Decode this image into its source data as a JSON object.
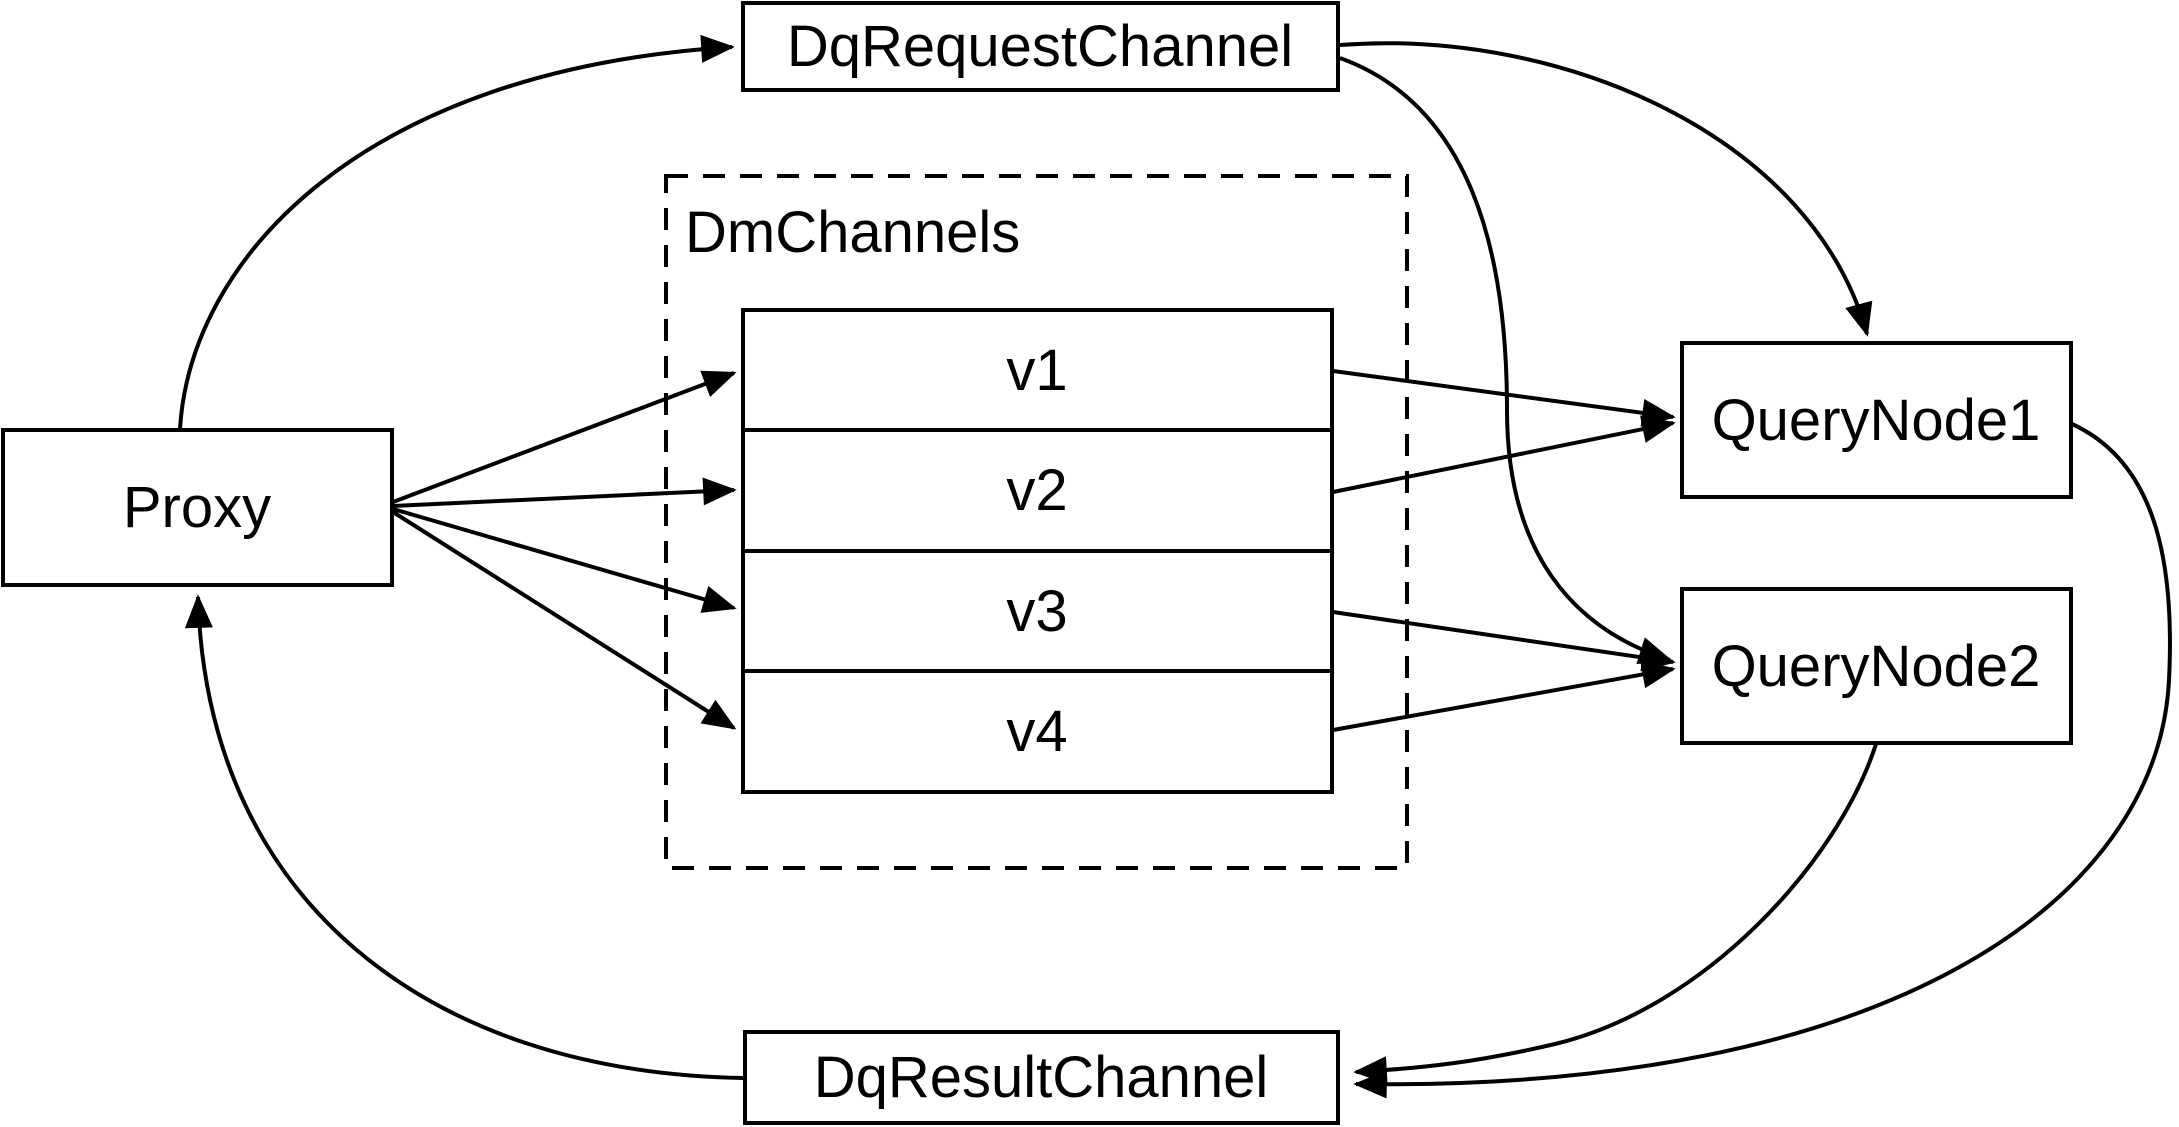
{
  "diagram": {
    "colors": {
      "ink": "#000000",
      "background": "#ffffff"
    },
    "nodes": {
      "proxy": {
        "label": "Proxy"
      },
      "dq_request_channel": {
        "label": "DqRequestChannel"
      },
      "dm_channels_group": {
        "label": "DmChannels"
      },
      "v1": {
        "label": "v1"
      },
      "v2": {
        "label": "v2"
      },
      "v3": {
        "label": "v3"
      },
      "v4": {
        "label": "v4"
      },
      "query_node_1": {
        "label": "QueryNode1"
      },
      "query_node_2": {
        "label": "QueryNode2"
      },
      "dq_result_channel": {
        "label": "DqResultChannel"
      }
    },
    "edges": [
      {
        "from": "Proxy",
        "to": "DqRequestChannel"
      },
      {
        "from": "Proxy",
        "to": "v1"
      },
      {
        "from": "Proxy",
        "to": "v2"
      },
      {
        "from": "Proxy",
        "to": "v3"
      },
      {
        "from": "Proxy",
        "to": "v4"
      },
      {
        "from": "v1",
        "to": "QueryNode1"
      },
      {
        "from": "v2",
        "to": "QueryNode1"
      },
      {
        "from": "v3",
        "to": "QueryNode2"
      },
      {
        "from": "v4",
        "to": "QueryNode2"
      },
      {
        "from": "DqRequestChannel",
        "to": "QueryNode1"
      },
      {
        "from": "DqRequestChannel",
        "to": "QueryNode2"
      },
      {
        "from": "QueryNode1",
        "to": "DqResultChannel"
      },
      {
        "from": "QueryNode2",
        "to": "DqResultChannel"
      },
      {
        "from": "DqResultChannel",
        "to": "Proxy"
      }
    ]
  }
}
